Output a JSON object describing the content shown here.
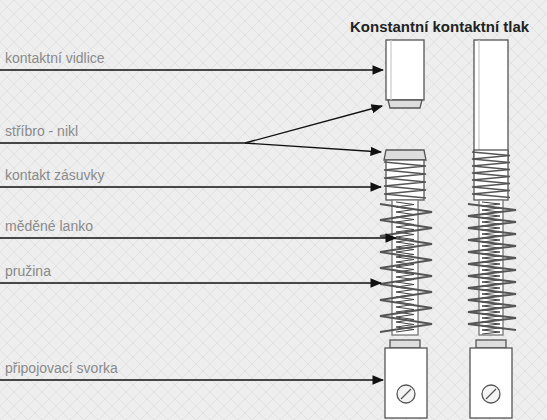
{
  "diagram": {
    "title": "Konstantní kontaktní tlak",
    "labels": [
      "kontaktní vidlice",
      "stříbro - nikl",
      "kontakt zásuvky",
      "měděné lanko",
      "pružina",
      "připojovací svorka"
    ]
  }
}
